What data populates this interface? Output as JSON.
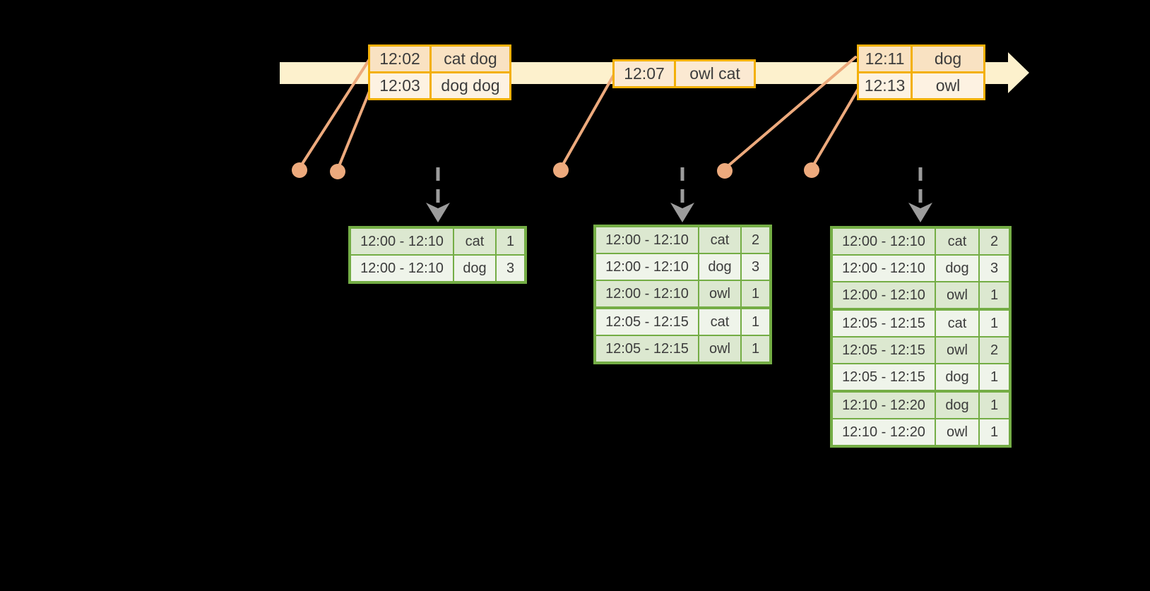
{
  "colors": {
    "background": "#000000",
    "timeline_fill": "#fdf1cd",
    "event_table_border": "#f3b008",
    "event_row_dark": "#f9e2c2",
    "event_row_light": "#fdf2e2",
    "event_row_mid": "#fbe9d2",
    "connector_salmon": "#edaa7d",
    "result_table_border": "#74ad45",
    "result_row_dark": "#dce8d0",
    "result_row_light": "#eff4ea",
    "trigger_arrow_gray": "#9c9c9c",
    "text": "#3c3c3c"
  },
  "icons": [
    "timeline-arrowhead-icon",
    "event-dot",
    "trigger-arrow-icon"
  ],
  "event_tables": [
    {
      "rows": [
        {
          "time": "12:02",
          "words": "cat dog"
        },
        {
          "time": "12:03",
          "words": "dog dog"
        }
      ]
    },
    {
      "rows": [
        {
          "time": "12:07",
          "words": "owl cat"
        }
      ]
    },
    {
      "rows": [
        {
          "time": "12:11",
          "words": "dog"
        },
        {
          "time": "12:13",
          "words": "owl"
        }
      ]
    }
  ],
  "result_tables": [
    {
      "rows": [
        {
          "window": "12:00 - 12:10",
          "word": "cat",
          "count": "1"
        },
        {
          "window": "12:00 - 12:10",
          "word": "dog",
          "count": "3"
        }
      ]
    },
    {
      "rows": [
        {
          "window": "12:00 - 12:10",
          "word": "cat",
          "count": "2"
        },
        {
          "window": "12:00 - 12:10",
          "word": "dog",
          "count": "3"
        },
        {
          "window": "12:00 - 12:10",
          "word": "owl",
          "count": "1"
        },
        {
          "window": "12:05 - 12:15",
          "word": "cat",
          "count": "1"
        },
        {
          "window": "12:05 - 12:15",
          "word": "owl",
          "count": "1"
        }
      ]
    },
    {
      "rows": [
        {
          "window": "12:00 - 12:10",
          "word": "cat",
          "count": "2"
        },
        {
          "window": "12:00 - 12:10",
          "word": "dog",
          "count": "3"
        },
        {
          "window": "12:00 - 12:10",
          "word": "owl",
          "count": "1"
        },
        {
          "window": "12:05 - 12:15",
          "word": "cat",
          "count": "1"
        },
        {
          "window": "12:05 - 12:15",
          "word": "owl",
          "count": "2"
        },
        {
          "window": "12:05 - 12:15",
          "word": "dog",
          "count": "1"
        },
        {
          "window": "12:10 - 12:20",
          "word": "dog",
          "count": "1"
        },
        {
          "window": "12:10 - 12:20",
          "word": "owl",
          "count": "1"
        }
      ]
    }
  ]
}
